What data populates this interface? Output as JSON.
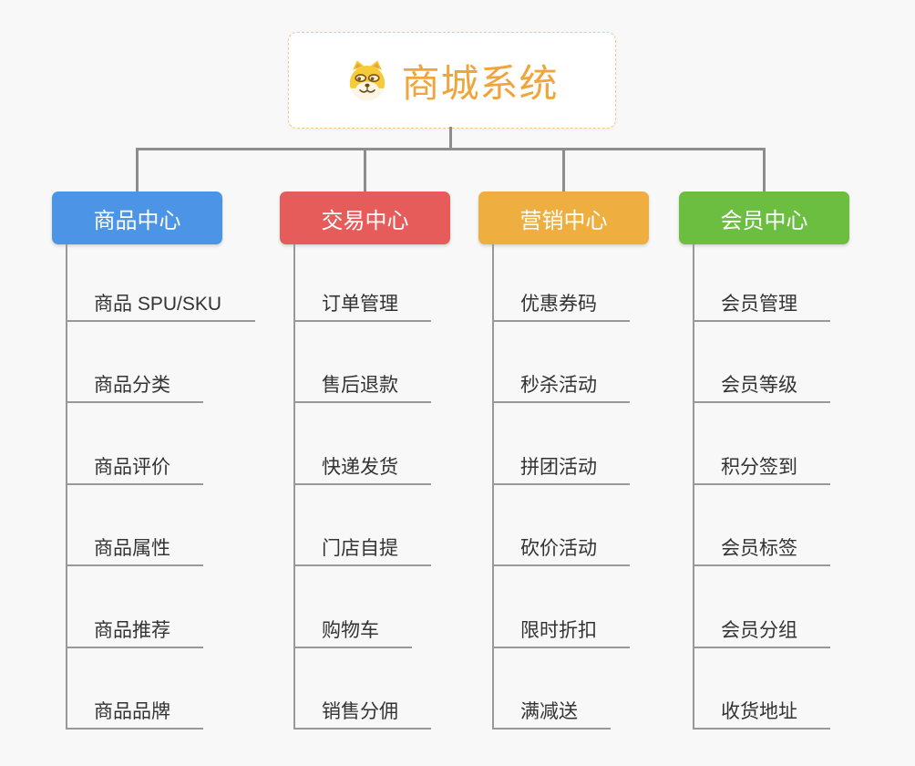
{
  "app": {
    "type": "mindmap",
    "background": "#F8F8F8"
  },
  "root": {
    "title": "商城系统",
    "icon": "shiba-dog-face",
    "text_color": "#F0A53C",
    "border_color": "#F3C98B",
    "fill": "#FFFFFF"
  },
  "connector": {
    "color": "#8D8D8D",
    "child_line_color": "#999999"
  },
  "child_text_color": "#333333",
  "branches": [
    {
      "id": "product-center",
      "label": "商品中心",
      "color": "#4C95E6",
      "children": [
        "商品 SPU/SKU",
        "商品分类",
        "商品评价",
        "商品属性",
        "商品推荐",
        "商品品牌"
      ]
    },
    {
      "id": "trade-center",
      "label": "交易中心",
      "color": "#E55C5A",
      "children": [
        "订单管理",
        "售后退款",
        "快递发货",
        "门店自提",
        "购物车",
        "销售分佣"
      ]
    },
    {
      "id": "marketing-center",
      "label": "营销中心",
      "color": "#EEAE40",
      "children": [
        "优惠券码",
        "秒杀活动",
        "拼团活动",
        "砍价活动",
        "限时折扣",
        "满减送"
      ]
    },
    {
      "id": "member-center",
      "label": "会员中心",
      "color": "#6CBE41",
      "children": [
        "会员管理",
        "会员等级",
        "积分签到",
        "会员标签",
        "会员分组",
        "收货地址"
      ]
    }
  ]
}
